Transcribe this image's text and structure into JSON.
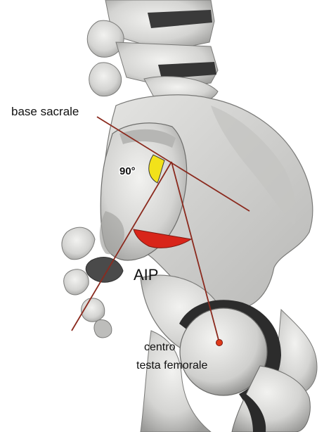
{
  "labels": {
    "base_sacrale": "base sacrale",
    "angle_90": "90°",
    "aip": "AIP",
    "centro": "centro",
    "testa_femorale": "testa femorale"
  },
  "colors": {
    "background": "#ffffff",
    "bone": "#d8d8d6",
    "bone_shadow": "#8e8e8c",
    "bone_dark": "#4a4a4a",
    "line": "#8b2a1e",
    "angle_marker": "#f2e21a",
    "aip_marker": "#d8251a",
    "femoral_center": "#e03a1a"
  }
}
